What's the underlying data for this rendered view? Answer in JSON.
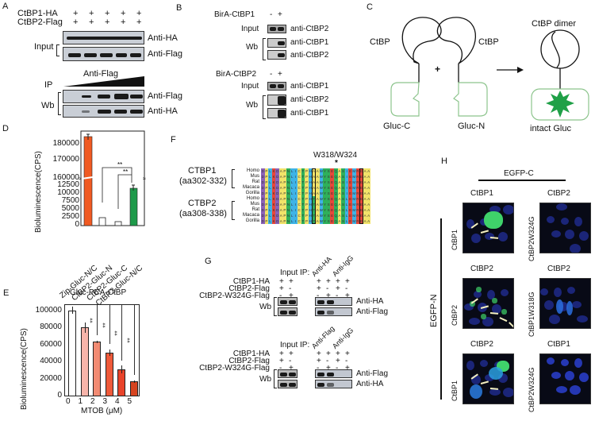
{
  "panels": {
    "A": {
      "label": "A",
      "rows": [
        {
          "name": "CtBP1-HA",
          "signs": [
            "+",
            "+",
            "+",
            "+",
            "+"
          ]
        },
        {
          "name": "CtBP2-Flag",
          "signs": [
            "+",
            "+",
            "+",
            "+",
            "+"
          ]
        }
      ],
      "input_label": "Input",
      "input_antibodies": [
        "Anti-HA",
        "Anti-Flag"
      ],
      "ip_label": "IP",
      "ip_antibody": "Anti-Flag",
      "wb_label": "Wb",
      "wb_antibodies": [
        "Anti-Flag",
        "Anti-HA"
      ]
    },
    "B": {
      "label": "B",
      "top": {
        "construct": "BirA-CtBP1",
        "signs": [
          "-",
          "+"
        ],
        "input_label": "Input",
        "input_antibody": "anti-CtBP2",
        "wb_label": "Wb",
        "wb_antibodies": [
          "anti-CtBP1",
          "anti-CtBP2"
        ]
      },
      "bottom": {
        "construct": "BirA-CtBP2",
        "signs": [
          "-",
          "+"
        ],
        "input_label": "Input",
        "input_antibody": "anti-CtBP1",
        "wb_label": "Wb",
        "wb_antibodies": [
          "anti-CtBP2",
          "anti-CtBP1"
        ]
      }
    },
    "C": {
      "label": "C",
      "left_protein": "CtBP",
      "right_protein": "CtBP",
      "left_fragment": "Gluc-C",
      "right_fragment": "Gluc-N",
      "plus": "+",
      "dimer_label": "CtBP dimer",
      "result_label": "intact Gluc"
    },
    "D": {
      "label": "D"
    },
    "E": {
      "label": "E"
    },
    "F": {
      "label": "F",
      "site_label": "W318/W324",
      "star": "*",
      "groups": [
        {
          "name": "CTBP1",
          "range": "(aa302-332)",
          "species": [
            "Homo",
            "Mus",
            "Rat",
            "Macaca",
            "Gorilla"
          ],
          "seq": "DPLKDAPNLICTPHAAWYSEQASIEMREAA"
        },
        {
          "name": "CTBP2",
          "range": "(aa308-338)",
          "species": [
            "Homo",
            "Mus",
            "Rat",
            "Macaca",
            "Gorilla"
          ],
          "seq": "DPLKDAPNLICTPHTAWYSEQASLEMREAA"
        }
      ]
    },
    "G": {
      "label": "G",
      "blocks": [
        {
          "input_label": "Input",
          "ip_label": "IP:",
          "ip_antibodies": [
            "Anti-HA",
            "Anti-IgG"
          ],
          "rows": [
            {
              "name": "CtBP1-HA",
              "input": [
                "+",
                "+"
              ],
              "ip": [
                "+",
                "+",
                "+",
                "+"
              ]
            },
            {
              "name": "CtBP2-Flag",
              "input": [
                "+",
                "-"
              ],
              "ip": [
                "+",
                "-",
                "+",
                "-"
              ]
            },
            {
              "name": "CtBP2-W324G-Flag",
              "input": [
                "-",
                "+"
              ],
              "ip": [
                "-",
                "+",
                "-",
                "+"
              ]
            }
          ],
          "wb_label": "Wb",
          "wb_antibodies": [
            "Anti-HA",
            "Anti-Flag"
          ]
        },
        {
          "input_label": "Input",
          "ip_label": "IP:",
          "ip_antibodies": [
            "Anti-Flag",
            "Anti-IgG"
          ],
          "rows": [
            {
              "name": "CtBP1-HA",
              "input": [
                "+",
                "+"
              ],
              "ip": [
                "+",
                "+",
                "+",
                "+"
              ]
            },
            {
              "name": "CtBP2-Flag",
              "input": [
                "+",
                "-"
              ],
              "ip": [
                "+",
                "-",
                "+",
                "-"
              ]
            },
            {
              "name": "CtBP2-W324G-Flag",
              "input": [
                "-",
                "+"
              ],
              "ip": [
                "-",
                "+",
                "-",
                "+"
              ]
            }
          ],
          "wb_label": "Wb",
          "wb_antibodies": [
            "Anti-Flag",
            "Anti-HA"
          ]
        }
      ]
    },
    "H": {
      "label": "H",
      "col_header": "EGFP-C",
      "row_header": "EGFP-N",
      "cells": [
        {
          "top": "CtBP1",
          "side": "CtBP1"
        },
        {
          "top": "CtBP2",
          "side": "CtBP2W324G"
        },
        {
          "top": "CtBP2",
          "side": "CtBP2"
        },
        {
          "top": "CtBP2",
          "side": "CtBP1W318G"
        },
        {
          "top": "CtBP2",
          "side": "CtBP1"
        },
        {
          "top": "CtBP1",
          "side": "CtBP2W324G"
        }
      ]
    }
  },
  "chart_data": [
    {
      "panel": "D",
      "type": "bar",
      "title": "",
      "xlabel": "",
      "ylabel": "Bioluminescence(CPS)",
      "categories": [
        "Zip-Gluc-N/C",
        "CtBP2-Gluc-N",
        "CtBP2-Gluc-C",
        "CtBP2-Gluc-N/C"
      ],
      "values": [
        181500,
        2400,
        1000,
        12000
      ],
      "errors": [
        1200,
        300,
        100,
        900
      ],
      "colors": [
        "#f05a22",
        "#ffffff",
        "#ffffff",
        "#1e9a4a"
      ],
      "yticks_upper": [
        "160000",
        "170000",
        "180000"
      ],
      "yticks_lower": [
        "0",
        "2500",
        "5000",
        "7500",
        "10000",
        "12500"
      ],
      "axis_break": true,
      "significance": [
        {
          "from": "CtBP2-Gluc-N",
          "to": "CtBP2-Gluc-N/C",
          "label": "**"
        },
        {
          "from": "CtBP2-Gluc-C",
          "to": "CtBP2-Gluc-N/C",
          "label": "**"
        }
      ]
    },
    {
      "panel": "E",
      "type": "bar",
      "title": "Gluc-PCA-CtBP",
      "xlabel": "MTOB (μM)",
      "ylabel": "Bioluminescence(CPS)",
      "categories": [
        "0",
        "1",
        "2",
        "3",
        "4",
        "5"
      ],
      "values": [
        100000,
        80000,
        63000,
        50500,
        30500,
        16500
      ],
      "errors": [
        4000,
        6000,
        1500,
        3500,
        4500,
        1500
      ],
      "colors": [
        "#ffffff",
        "#f7b4aa",
        "#f28b73",
        "#ef5a3a",
        "#e8432a",
        "#d64420"
      ],
      "yticks": [
        "0",
        "20000",
        "40000",
        "60000",
        "80000",
        "100000"
      ],
      "ylim": [
        0,
        108000
      ],
      "significance": [
        {
          "from": "0",
          "to": "2",
          "label": "**"
        },
        {
          "from": "0",
          "to": "3",
          "label": "**"
        },
        {
          "from": "0",
          "to": "4",
          "label": "**"
        },
        {
          "from": "0",
          "to": "5",
          "label": "**"
        }
      ]
    }
  ]
}
